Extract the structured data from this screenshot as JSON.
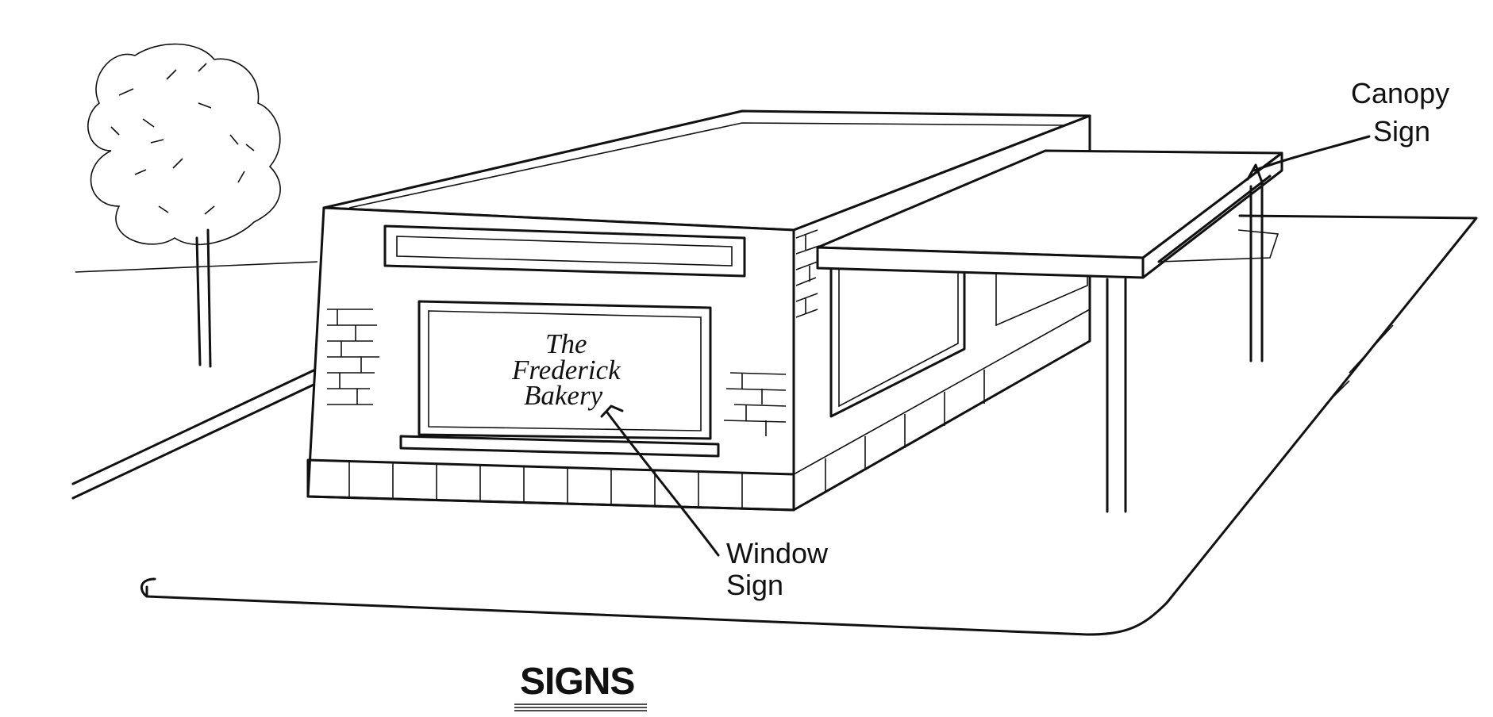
{
  "title": "SIGNS",
  "window_sign": {
    "lines": [
      "The",
      "Frederick",
      "Bakery"
    ]
  },
  "callouts": {
    "canopy": [
      "Canopy",
      "Sign"
    ],
    "window": [
      "Window",
      "Sign"
    ]
  },
  "colors": {
    "ink": "#111111",
    "paper": "#ffffff"
  },
  "icons": [
    "tree-icon",
    "brick-pattern",
    "callout-arrow-icon"
  ]
}
